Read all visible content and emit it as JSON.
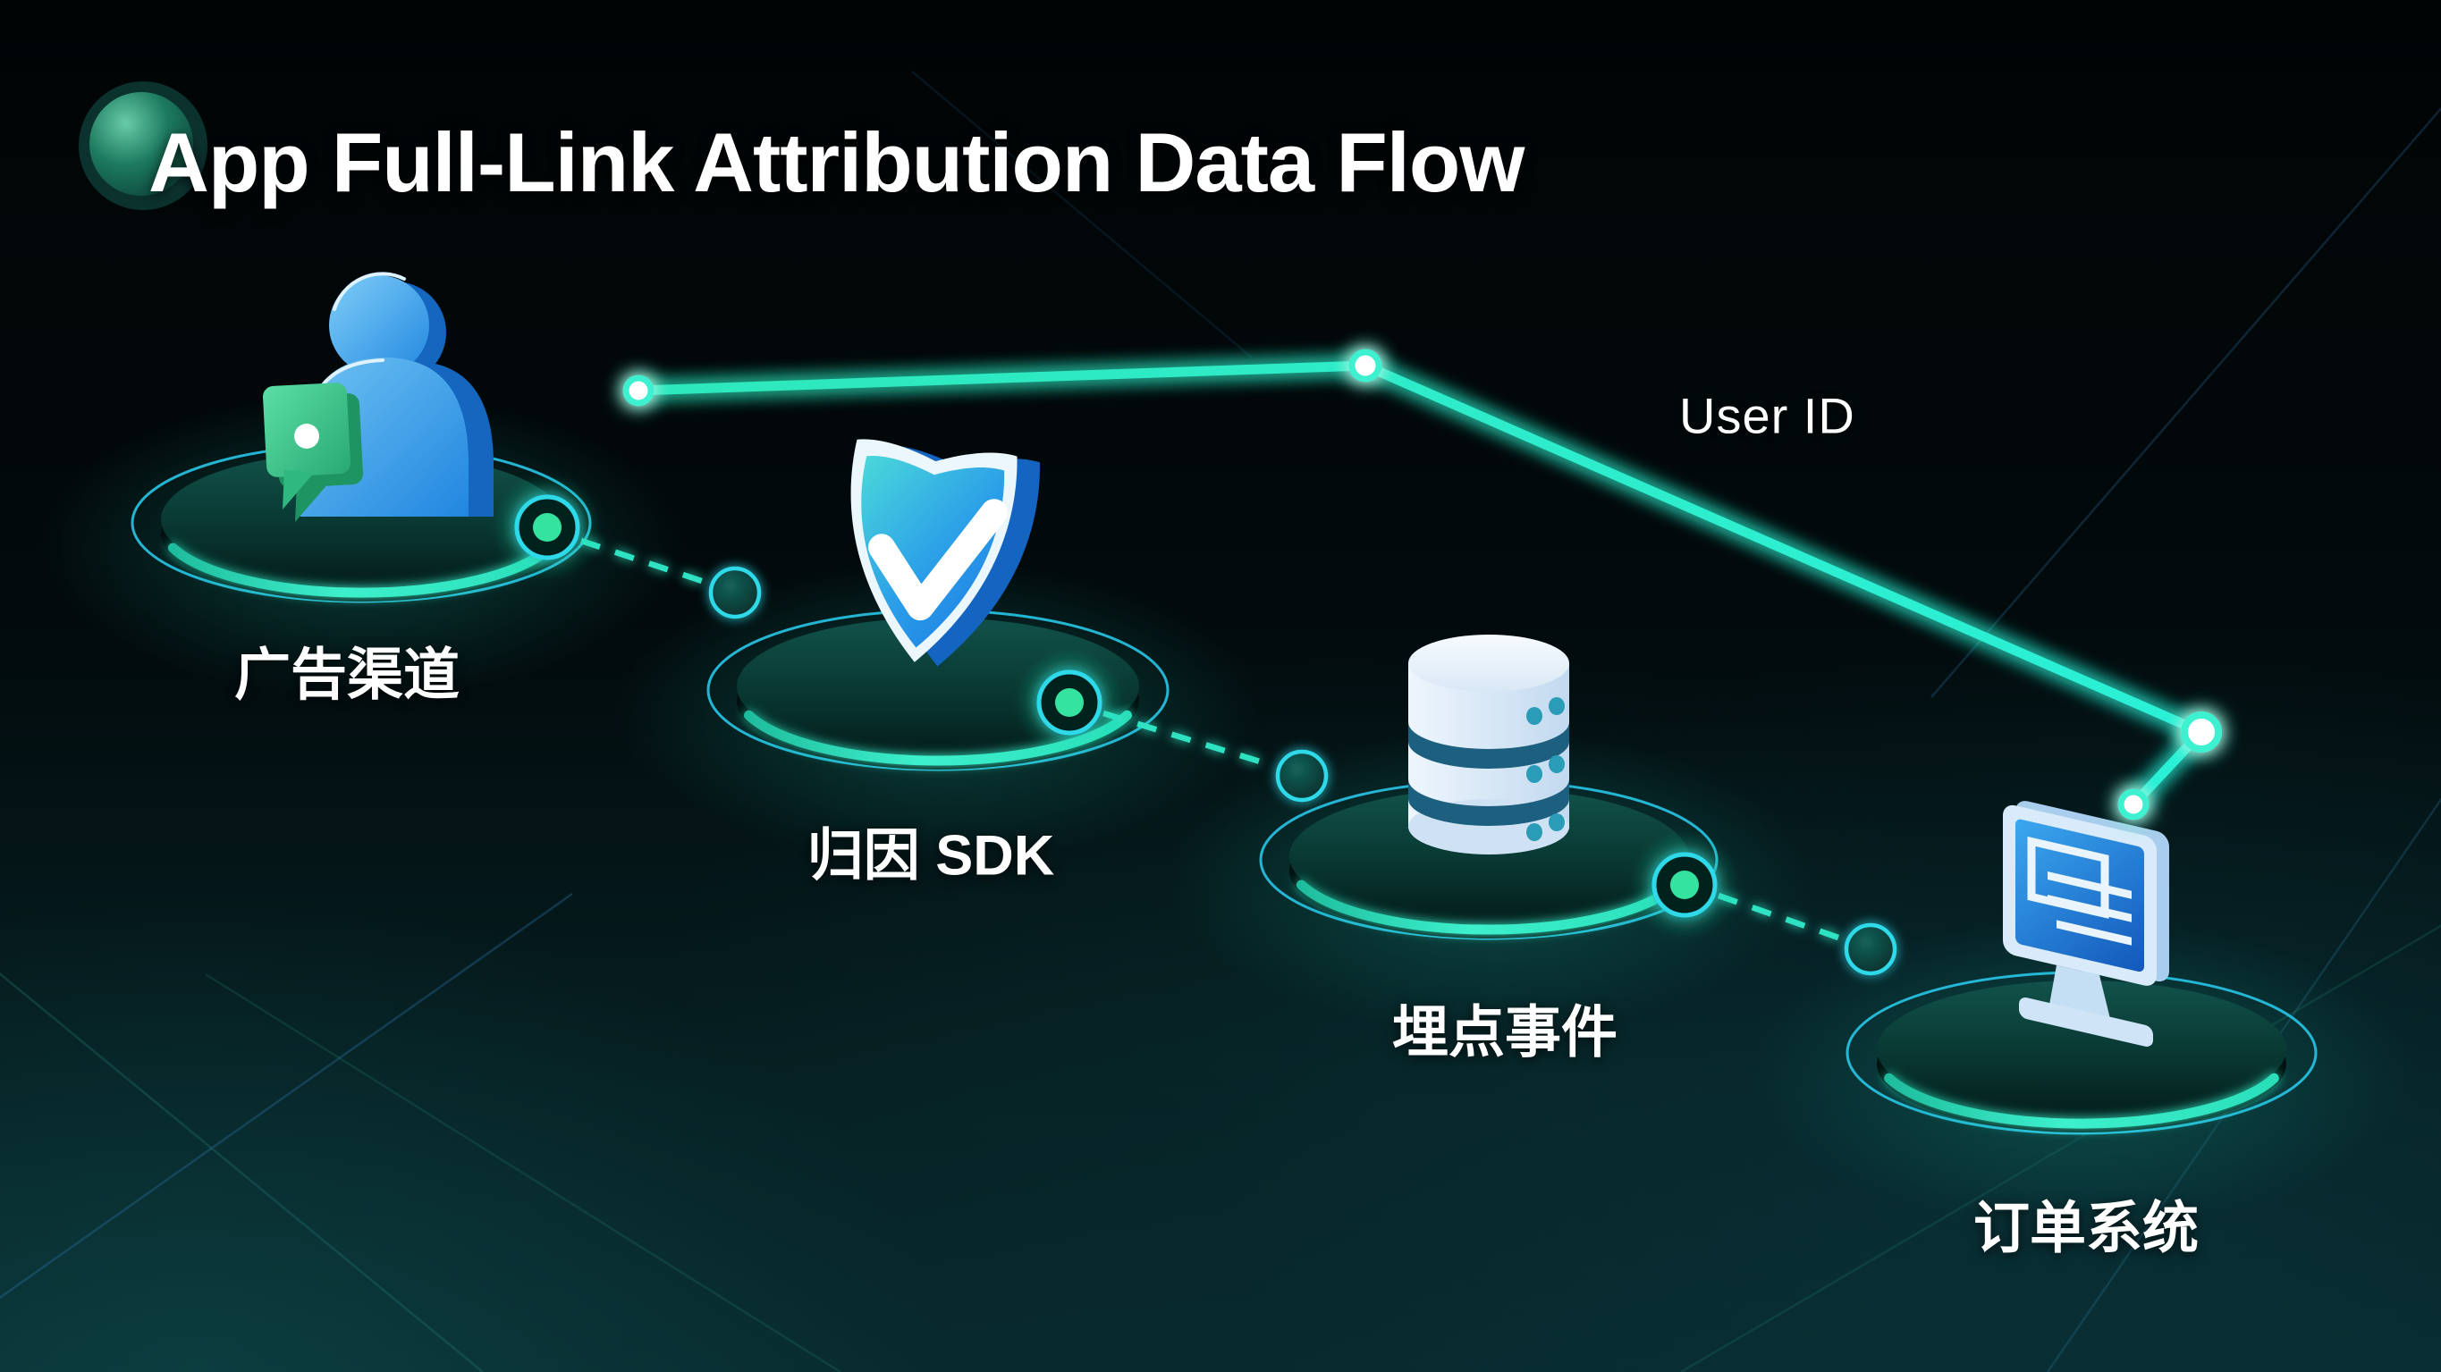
{
  "title": "App Full-Link Attribution Data Flow",
  "edge_label": "User ID",
  "nodes": [
    {
      "label": "广告渠道",
      "icon": "user-chat-3d-icon"
    },
    {
      "label": "归因 SDK",
      "icon": "shield-check-3d-icon"
    },
    {
      "label": "埋点事件",
      "icon": "database-3d-icon"
    },
    {
      "label": "订单系统",
      "icon": "monitor-3d-icon"
    }
  ],
  "colors": {
    "background_top": "#010405",
    "background_bottom": "#082a2e",
    "platform_ring_cyan": "#28c6e8",
    "platform_fill_teal": "#0d4a44",
    "glow_arc_green": "#3df0cc",
    "connector_dash_teal": "#2fe2c2",
    "connector_dot_green": "#36e3a0",
    "flow_line_green": "#33edca",
    "icon_blue": "#2b92e8",
    "icon_green": "#3fd08e",
    "text_white": "#ffffff"
  }
}
